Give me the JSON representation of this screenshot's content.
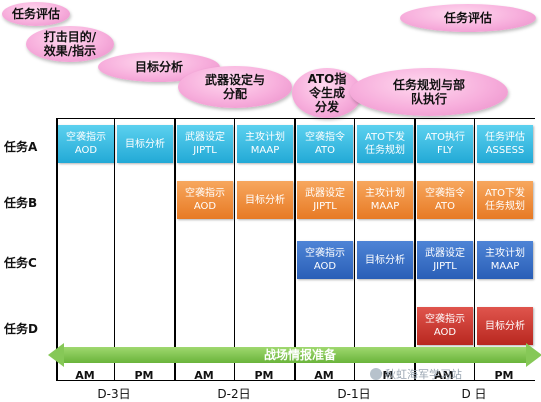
{
  "bubbles": [
    {
      "id": "b1",
      "text": "任务评估"
    },
    {
      "id": "b2",
      "text": "打击目的/\n效果/指示"
    },
    {
      "id": "b3",
      "text": "目标分析"
    },
    {
      "id": "b4",
      "text": "武器设定与\n分配"
    },
    {
      "id": "b5",
      "text": "ATO指\n令生成\n分发"
    },
    {
      "id": "b6",
      "text": "任务规划与部\n队执行"
    },
    {
      "id": "b7",
      "text": "任务评估"
    }
  ],
  "rows": [
    "任务A",
    "任务B",
    "任务C",
    "任务D"
  ],
  "tasks": {
    "A": [
      {
        "text": "空袭指示\nAOD",
        "color": "blue"
      },
      {
        "text": "目标分析",
        "color": "blue"
      },
      {
        "text": "武器设定\nJIPTL",
        "color": "blue"
      },
      {
        "text": "主攻计划\nMAAP",
        "color": "blue"
      },
      {
        "text": "空袭指令\nATO",
        "color": "blue"
      },
      {
        "text": "ATO下发\n任务规划",
        "color": "blue"
      },
      {
        "text": "ATO执行\nFLY",
        "color": "blue"
      },
      {
        "text": "任务评估\nASSESS",
        "color": "blue"
      }
    ],
    "B": [
      {
        "text": "空袭指示\nAOD",
        "color": "orange"
      },
      {
        "text": "目标分析",
        "color": "orange"
      },
      {
        "text": "武器设定\nJIPTL",
        "color": "orange"
      },
      {
        "text": "主攻计划\nMAAP",
        "color": "orange"
      },
      {
        "text": "空袭指令\nATO",
        "color": "orange"
      },
      {
        "text": "ATO下发\n任务规划",
        "color": "orange"
      }
    ],
    "C": [
      {
        "text": "空袭指示\nAOD",
        "color": "navy"
      },
      {
        "text": "目标分析",
        "color": "navy"
      },
      {
        "text": "武器设定\nJIPTL",
        "color": "navy"
      },
      {
        "text": "主攻计划\nMAAP",
        "color": "navy"
      }
    ],
    "D": [
      {
        "text": "空袭指示\nAOD",
        "color": "red"
      },
      {
        "text": "目标分析",
        "color": "red"
      }
    ]
  },
  "arrow_label": "战场情报准备",
  "halves": [
    "AM",
    "PM",
    "AM",
    "PM",
    "AM",
    "PM",
    "AM",
    "PM"
  ],
  "days": [
    "D-3日",
    "D-2日",
    "D-1日",
    "D 日"
  ],
  "watermark": "秋虹海军学习站",
  "colors": {
    "blue": "#2fb6df",
    "orange": "#ef8a35",
    "navy": "#3a70c6",
    "red": "#c83a31",
    "bubble": "#f4a9d8",
    "arrow": "#7dc24b"
  }
}
